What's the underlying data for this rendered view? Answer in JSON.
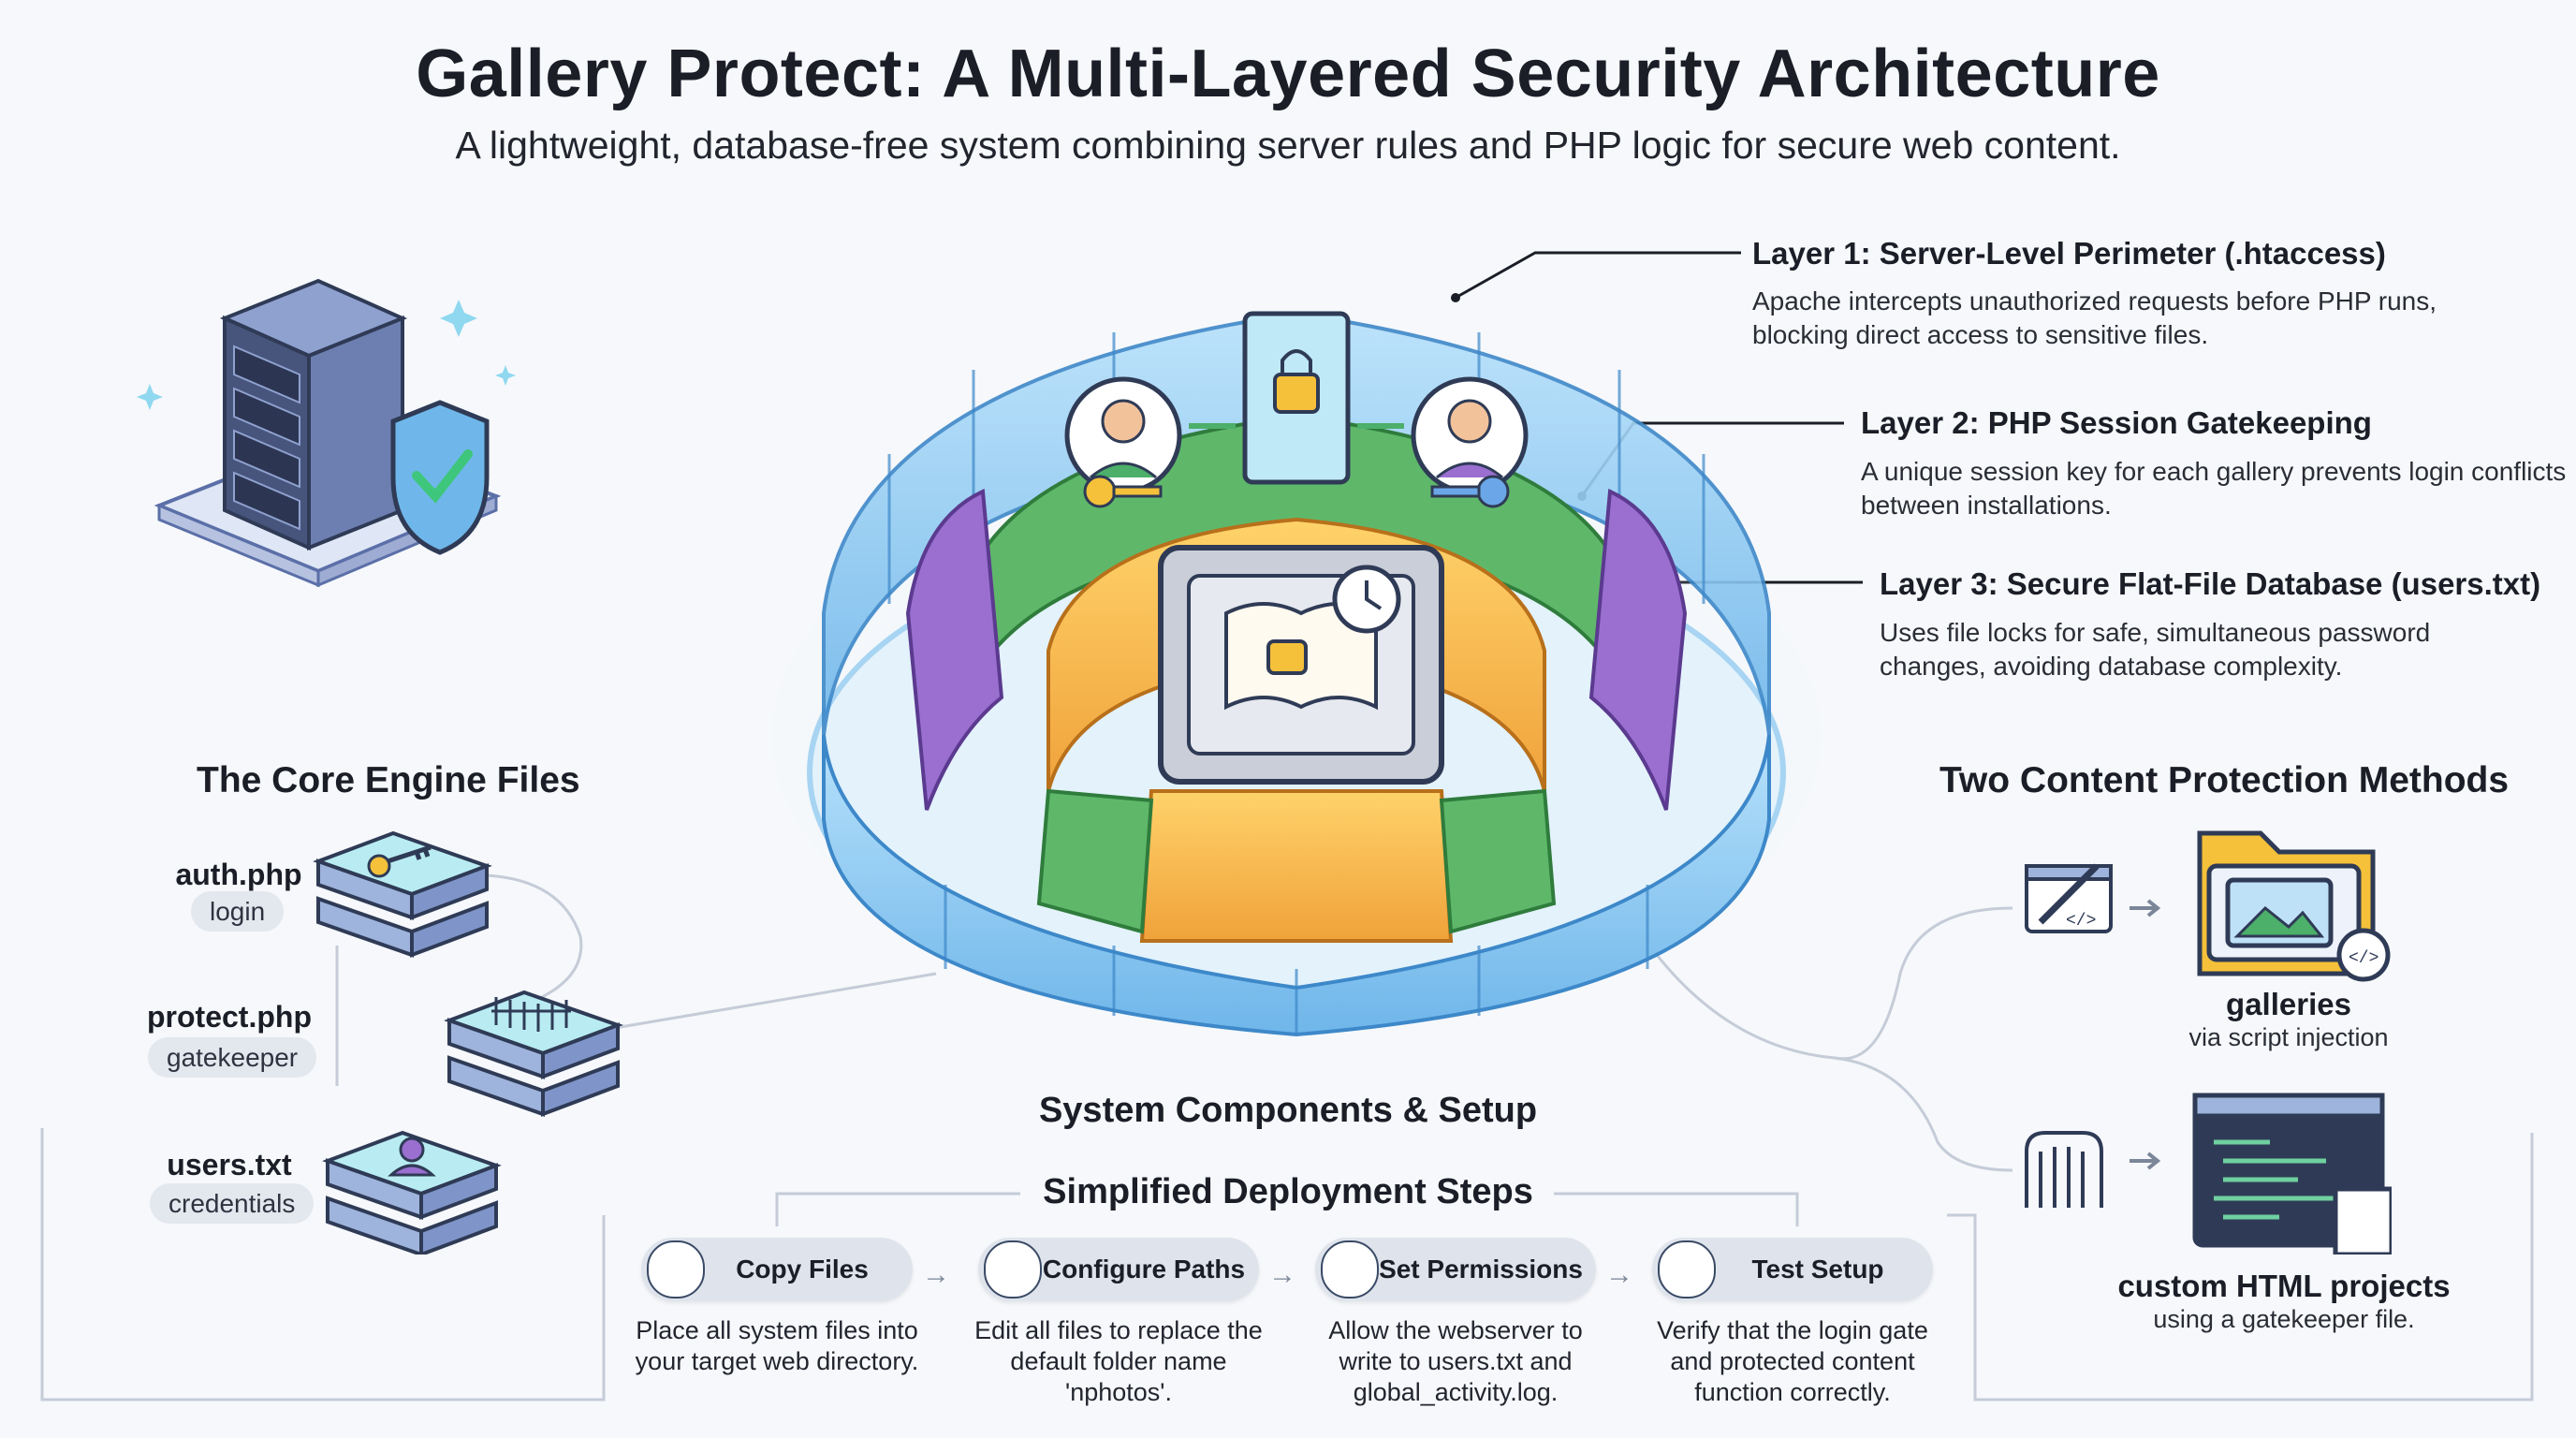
{
  "header": {
    "title": "Gallery Protect: A Multi-Layered Security Architecture",
    "subtitle": "A lightweight, database-free system combining server rules and PHP logic for secure web content."
  },
  "layers": [
    {
      "title": "Layer 1: Server-Level Perimeter (.htaccess)",
      "description": "Apache intercepts unauthorized requests before PHP runs, blocking direct access to sensitive files."
    },
    {
      "title": "Layer 2: PHP Session Gatekeeping",
      "description": "A unique session key for each gallery prevents login conflicts between installations."
    },
    {
      "title": "Layer 3: Secure Flat-File Database (users.txt)",
      "description": "Uses file locks for safe, simultaneous password changes, avoiding database complexity."
    }
  ],
  "core_files": {
    "title": "The Core Engine Files",
    "files": [
      {
        "name": "auth.php",
        "role": "login"
      },
      {
        "name": "protect.php",
        "role": "gatekeeper"
      },
      {
        "name": "users.txt",
        "role": "credentials"
      }
    ]
  },
  "methods": {
    "title": "Two Content Protection Methods",
    "items": [
      {
        "name": "galleries",
        "description": "via script injection"
      },
      {
        "name": "custom HTML projects",
        "description": "using a gatekeeper file."
      }
    ]
  },
  "components_title": "System Components & Setup",
  "deployment": {
    "title": "Simplified Deployment Steps",
    "steps": [
      {
        "label": "Copy Files",
        "description": "Place all system files into your target web directory."
      },
      {
        "label": "Configure Paths",
        "description": "Edit all files to replace the default folder name 'nphotos'."
      },
      {
        "label": "Set Permissions",
        "description": "Allow the webserver to write to users.txt and global_activity.log."
      },
      {
        "label": "Test Setup",
        "description": "Verify that the login gate and protected content function correctly."
      }
    ]
  },
  "colors": {
    "outer_wall": "#8ec9f2",
    "green_wall": "#5fb86a",
    "purple_wall": "#9a6fd0",
    "orange_wall": "#f0a23a",
    "gold": "#f5c13a",
    "dark_navy": "#2f3b56"
  }
}
